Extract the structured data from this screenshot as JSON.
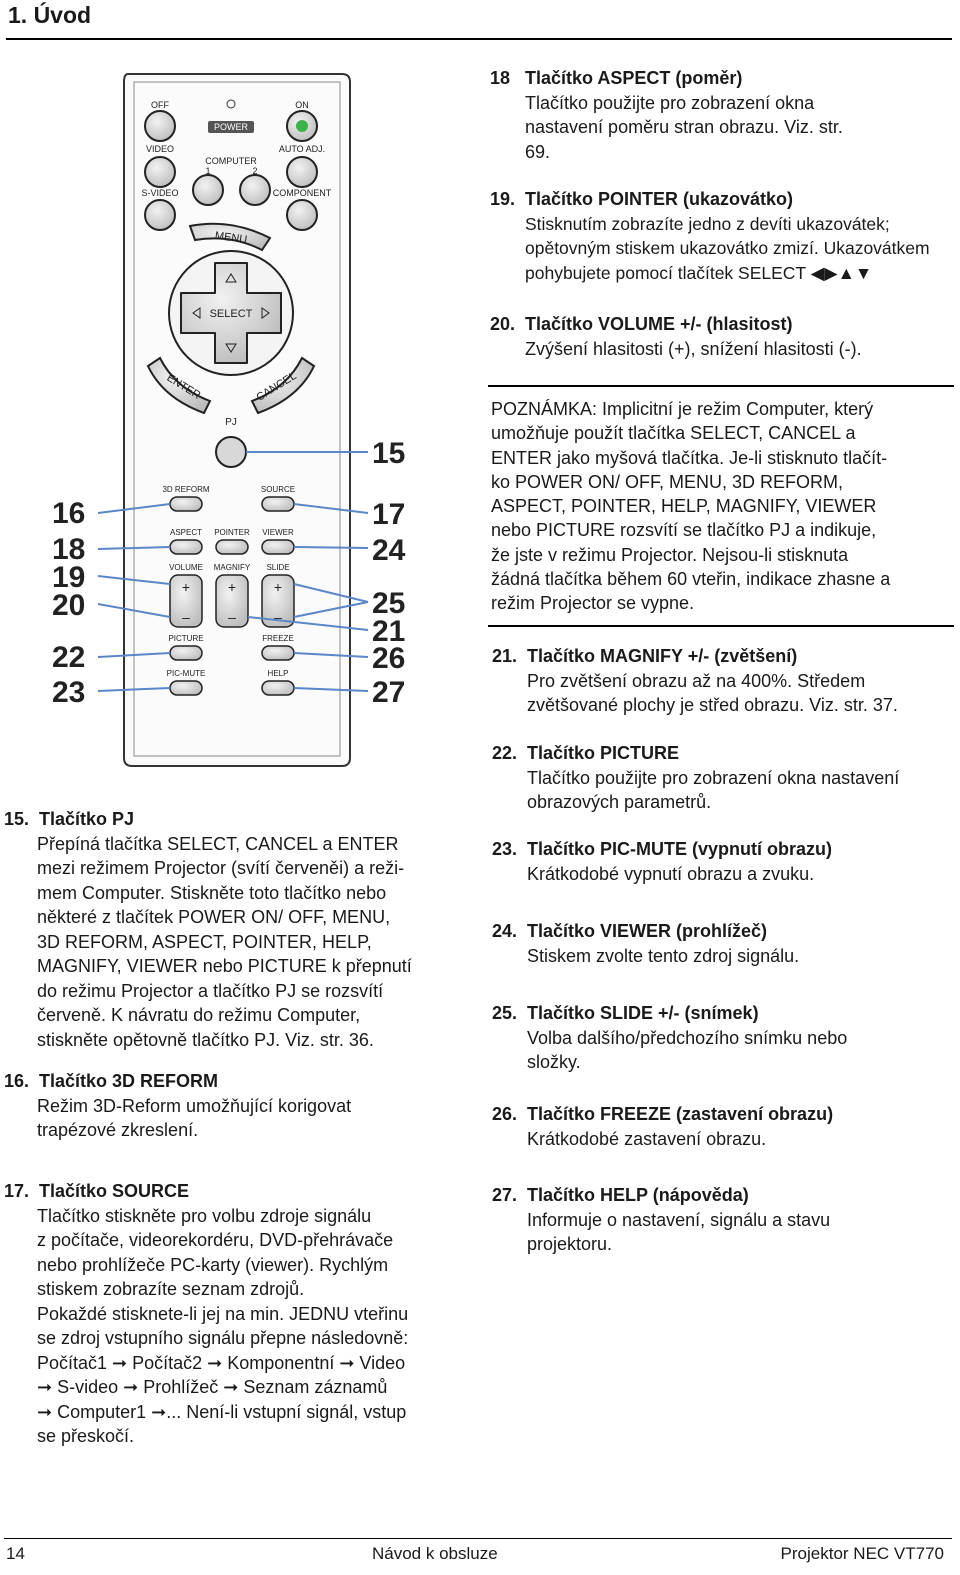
{
  "header": {
    "title": "1. Úvod"
  },
  "remote": {
    "buttons": {
      "off": "OFF",
      "on": "ON",
      "power": "POWER",
      "video": "VIDEO",
      "computer": "COMPUTER",
      "c1": "1",
      "c2": "2",
      "auto_adj": "AUTO ADJ.",
      "s_video": "S-VIDEO",
      "component": "COMPONENT",
      "menu": "MENU",
      "select": "SELECT",
      "enter": "ENTER",
      "cancel": "CANCEL",
      "pj": "PJ",
      "reform": "3D REFORM",
      "source": "SOURCE",
      "aspect": "ASPECT",
      "pointer": "POINTER",
      "viewer": "VIEWER",
      "volume": "VOLUME",
      "magnify": "MAGNIFY",
      "slide": "SLIDE",
      "picture": "PICTURE",
      "freeze": "FREEZE",
      "pic_mute": "PIC-MUTE",
      "help": "HELP",
      "plus": "+",
      "minus": "–"
    },
    "callouts_left": [
      "16",
      "18",
      "19",
      "20",
      "22",
      "23"
    ],
    "callouts_right": [
      "15",
      "17",
      "24",
      "25",
      "21",
      "26",
      "27"
    ]
  },
  "items": {
    "i18": {
      "num": "18",
      "title": "Tlačítko ASPECT (poměr)",
      "lines": [
        "Tlačítko použijte pro zobrazení okna",
        "nastavení poměru stran obrazu. Viz. str.",
        "69."
      ]
    },
    "i19": {
      "num": "19.",
      "title": "Tlačítko POINTER (ukazovátko)",
      "lines": [
        "Stisknutím zobrazíte jedno z devíti ukazovátek;",
        "opětovným stiskem ukazovátko zmizí. Ukazovátkem",
        "pohybujete pomocí tlačítek SELECT ◀▶▲▼"
      ]
    },
    "i20": {
      "num": "20.",
      "title": "Tlačítko VOLUME +/- (hlasitost)",
      "lines": [
        "Zvýšení hlasitosti (+), snížení hlasitosti (-)."
      ]
    },
    "i21": {
      "num": "21.",
      "title": "Tlačítko MAGNIFY +/- (zvětšení)",
      "lines": [
        "Pro zvětšení obrazu až na 400%. Středem",
        "zvětšované plochy je střed obrazu. Viz. str. 37."
      ]
    },
    "i22": {
      "num": "22.",
      "title": "Tlačítko PICTURE",
      "lines": [
        "Tlačítko použijte pro zobrazení okna nastavení",
        "obrazových parametrů."
      ]
    },
    "i23": {
      "num": "23.",
      "title": "Tlačítko PIC-MUTE (vypnutí obrazu)",
      "lines": [
        "Krátkodobé vypnutí obrazu a zvuku."
      ]
    },
    "i24": {
      "num": "24.",
      "title": "Tlačítko VIEWER (prohlížeč)",
      "lines": [
        "Stiskem zvolte tento zdroj signálu."
      ]
    },
    "i25": {
      "num": "25.",
      "title": "Tlačítko SLIDE +/-  (snímek)",
      "lines": [
        "Volba dalšího/předchozího snímku nebo",
        "složky."
      ]
    },
    "i26": {
      "num": "26.",
      "title": "Tlačítko FREEZE (zastavení obrazu)",
      "lines": [
        "Krátkodobé zastavení obrazu."
      ]
    },
    "i27": {
      "num": "27.",
      "title": "Tlačítko HELP (nápověda)",
      "lines": [
        "Informuje o nastavení, signálu a stavu",
        "projektoru."
      ]
    },
    "i15": {
      "num": "15.",
      "title": "Tlačítko PJ",
      "lines": [
        "Přepíná tlačítka SELECT, CANCEL a ENTER",
        "mezi režimem Projector (svítí červeněi) a reži-",
        "mem Computer. Stiskněte toto tlačítko nebo",
        "některé z tlačítek POWER ON/ OFF,  MENU,",
        "3D REFORM, ASPECT, POINTER, HELP,",
        "MAGNIFY, VIEWER nebo PICTURE k přepnutí",
        "do režimu Projector a tlačítko PJ se rozsvítí",
        "červeně. K návratu do režimu Computer,",
        "stiskněte opětovně tlačítko PJ. Viz. str. 36."
      ]
    },
    "i16": {
      "num": "16.",
      "title": "Tlačítko 3D REFORM",
      "lines": [
        "Režim 3D-Reform umožňující korigovat",
        "trapézové zkreslení."
      ]
    },
    "i17": {
      "num": "17.",
      "title": "Tlačítko SOURCE",
      "lines": [
        "Tlačítko stiskněte pro volbu zdroje signálu",
        "z počítače, videorekordéru, DVD-přehrávače",
        "nebo prohlížeče PC-karty (viewer). Rychlým",
        "stiskem zobrazíte seznam zdrojů.",
        "Pokaždé stisknete-li jej na min. JEDNU vteřinu",
        "se zdroj vstupního signálu přepne následovně:",
        "Počítač1 ➞ Počítač2 ➞ Komponentní ➞ Video",
        "➞ S-video ➞ Prohlížeč ➞  Seznam záznamů",
        "➞ Computer1 ➞... Není-li vstupní signál, vstup",
        "se přeskočí."
      ]
    }
  },
  "note": {
    "lines": [
      "POZNÁMKA: Implicitní je režim Computer, který",
      "umožňuje použít tlačítka SELECT, CANCEL a",
      "ENTER jako myšová tlačítka. Je-li stisknuto tlačít-",
      "ko POWER ON/ OFF, MENU, 3D REFORM,",
      "ASPECT, POINTER, HELP, MAGNIFY, VIEWER",
      "nebo PICTURE rozsvítí se tlačítko PJ a indikuje,",
      "že jste v režimu Projector. Nejsou-li stisknuta",
      "žádná tlačítka během 60 vteřin, indikace zhasne a",
      "režim Projector se vypne."
    ]
  },
  "footer": {
    "page": "14",
    "center": "Návod k obsluze",
    "right": "Projektor NEC VT770"
  },
  "colors": {
    "text": "#1a1a1a",
    "pj_button": "#d8d8d8",
    "led_green": "#3cb34a",
    "callout_line": "#5b86c8"
  }
}
